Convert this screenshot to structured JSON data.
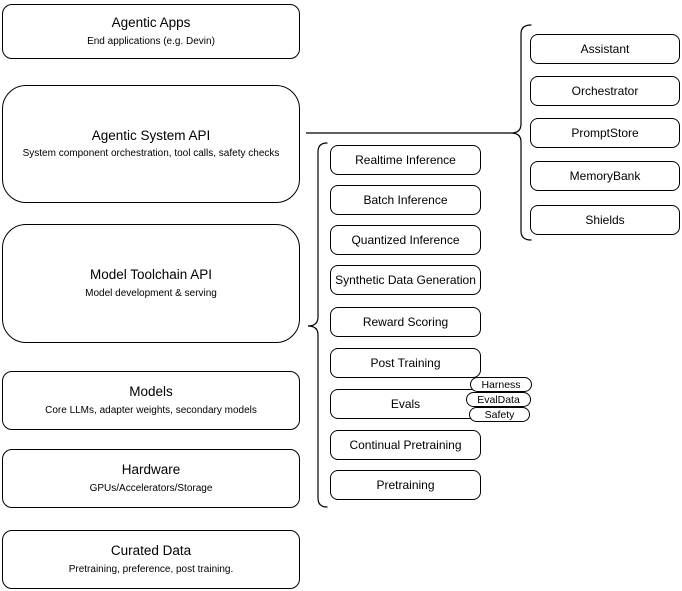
{
  "diagram": {
    "stack_layers": [
      {
        "title": "Agentic Apps",
        "subtitle": "End applications (e.g. Devin)"
      },
      {
        "title": "Agentic System API",
        "subtitle": "System component orchestration, tool calls, safety checks"
      },
      {
        "title": "Model Toolchain API",
        "subtitle": "Model development & serving"
      },
      {
        "title": "Models",
        "subtitle": "Core LLMs, adapter weights, secondary models"
      },
      {
        "title": "Hardware",
        "subtitle": "GPUs/Accelerators/Storage"
      },
      {
        "title": "Curated Data",
        "subtitle": "Pretraining, preference, post training."
      }
    ],
    "toolchain_items": [
      {
        "label": "Realtime Inference"
      },
      {
        "label": "Batch Inference"
      },
      {
        "label": "Quantized Inference"
      },
      {
        "label": "Synthetic Data Generation"
      },
      {
        "label": "Reward Scoring"
      },
      {
        "label": "Post Training"
      },
      {
        "label": "Evals"
      },
      {
        "label": "Continual Pretraining"
      },
      {
        "label": "Pretraining"
      }
    ],
    "evals_tags": [
      {
        "label": "Harness"
      },
      {
        "label": "EvalData"
      },
      {
        "label": "Safety"
      }
    ],
    "system_items": [
      {
        "label": "Assistant"
      },
      {
        "label": "Orchestrator"
      },
      {
        "label": "PromptStore"
      },
      {
        "label": "MemoryBank"
      },
      {
        "label": "Shields"
      }
    ],
    "colors": {
      "stroke": "#000000",
      "background": "#ffffff",
      "text": "#000000"
    }
  }
}
